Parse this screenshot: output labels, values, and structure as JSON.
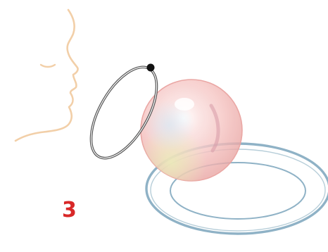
{
  "step": {
    "label": "3"
  },
  "colors": {
    "face_outline": "#f2cfa8",
    "bubble_fill": "#f6c7c4",
    "bubble_edge": "#e9a3a0",
    "dish_rim": "#8fb2c6",
    "wand_ring": "#555555",
    "wand_tip": "#111111",
    "step_label": "#d82828",
    "background": "#ffffff"
  },
  "figure": {
    "parts": [
      "face-outline",
      "bubble-wand",
      "soap-bubble",
      "bubble-dish"
    ]
  }
}
